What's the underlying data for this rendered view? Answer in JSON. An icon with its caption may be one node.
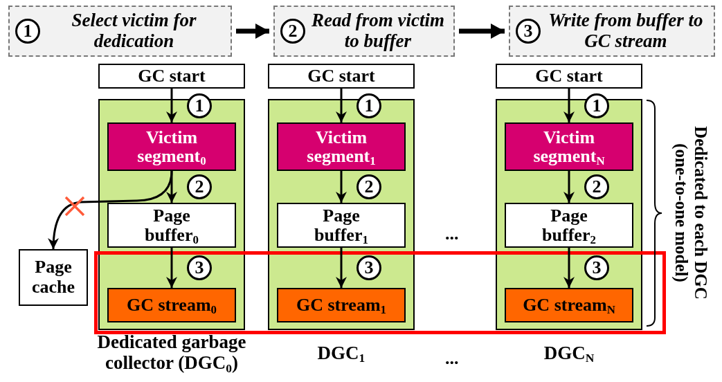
{
  "diagram": {
    "nodes": [
      {
        "text": [
          "1",
          "Select victim for dedication"
        ]
      },
      {
        "text": [
          "2",
          "Read from victim to buffer"
        ]
      },
      {
        "text": [
          "3",
          "Write from buffer to GC stream"
        ]
      },
      {
        "text": [
          "GC start"
        ]
      },
      {
        "text": [],
        "shape": "box",
        "beside": [
          "Dedicated garbage collector (DGC$_{0}$)"
        ]
      },
      {
        "text": [
          "Victim segment$_{0}$"
        ],
        "in": 4
      },
      {
        "text": [
          "Page buffer$_{0}$"
        ],
        "in": 4
      },
      {
        "text": [
          "GC stream$_{0}$"
        ],
        "in": 4
      },
      {
        "text": [
          "GC start"
        ]
      },
      {
        "text": [],
        "shape": "box",
        "beside": [
          "DGC$_{1}$"
        ]
      },
      {
        "text": [
          "Victim segment$_{1}$"
        ],
        "in": 9
      },
      {
        "text": [
          "Page buffer$_{1}$"
        ],
        "in": 9
      },
      {
        "text": [
          "GC stream$_{1}$"
        ],
        "in": 9
      },
      {
        "text": [
          "GC start"
        ]
      },
      {
        "text": [],
        "shape": "box",
        "beside": [
          "DGC$_{N}$"
        ]
      },
      {
        "text": [
          "Victim segment$_{N}$"
        ],
        "in": 14
      },
      {
        "text": [
          "Page buffer$_{2}$"
        ],
        "in": 14
      },
      {
        "text": [
          "GC stream$_{N}$"
        ],
        "in": 14
      },
      {
        "text": [
          "Page cache"
        ]
      }
    ],
    "edges": [
      {
        "from": 0,
        "to": 1,
        "arrow": "to",
        "style": "thick"
      },
      {
        "from": 1,
        "to": 2,
        "arrow": "to",
        "style": "thick"
      },
      {
        "from": 3,
        "to": 5,
        "arrow": "to",
        "label": "1"
      },
      {
        "from": 5,
        "to": 6,
        "arrow": "to",
        "label": "2"
      },
      {
        "from": 6,
        "to": 7,
        "arrow": "to",
        "label": "3"
      },
      {
        "from": 8,
        "to": 10,
        "arrow": "to",
        "label": "1"
      },
      {
        "from": 10,
        "to": 11,
        "arrow": "to",
        "label": "2"
      },
      {
        "from": 11,
        "to": 12,
        "arrow": "to",
        "label": "3"
      },
      {
        "from": 13,
        "to": 15,
        "arrow": "to",
        "label": "1"
      },
      {
        "from": 15,
        "to": 16,
        "arrow": "to",
        "label": "2"
      },
      {
        "from": 16,
        "to": 17,
        "arrow": "to",
        "label": "3"
      },
      {
        "from": 5,
        "to": 18,
        "arrow": "to"
      }
    ],
    "labels": [
      "...",
      "...",
      "Dedicated to each DGC (one-to-one model)"
    ]
  }
}
